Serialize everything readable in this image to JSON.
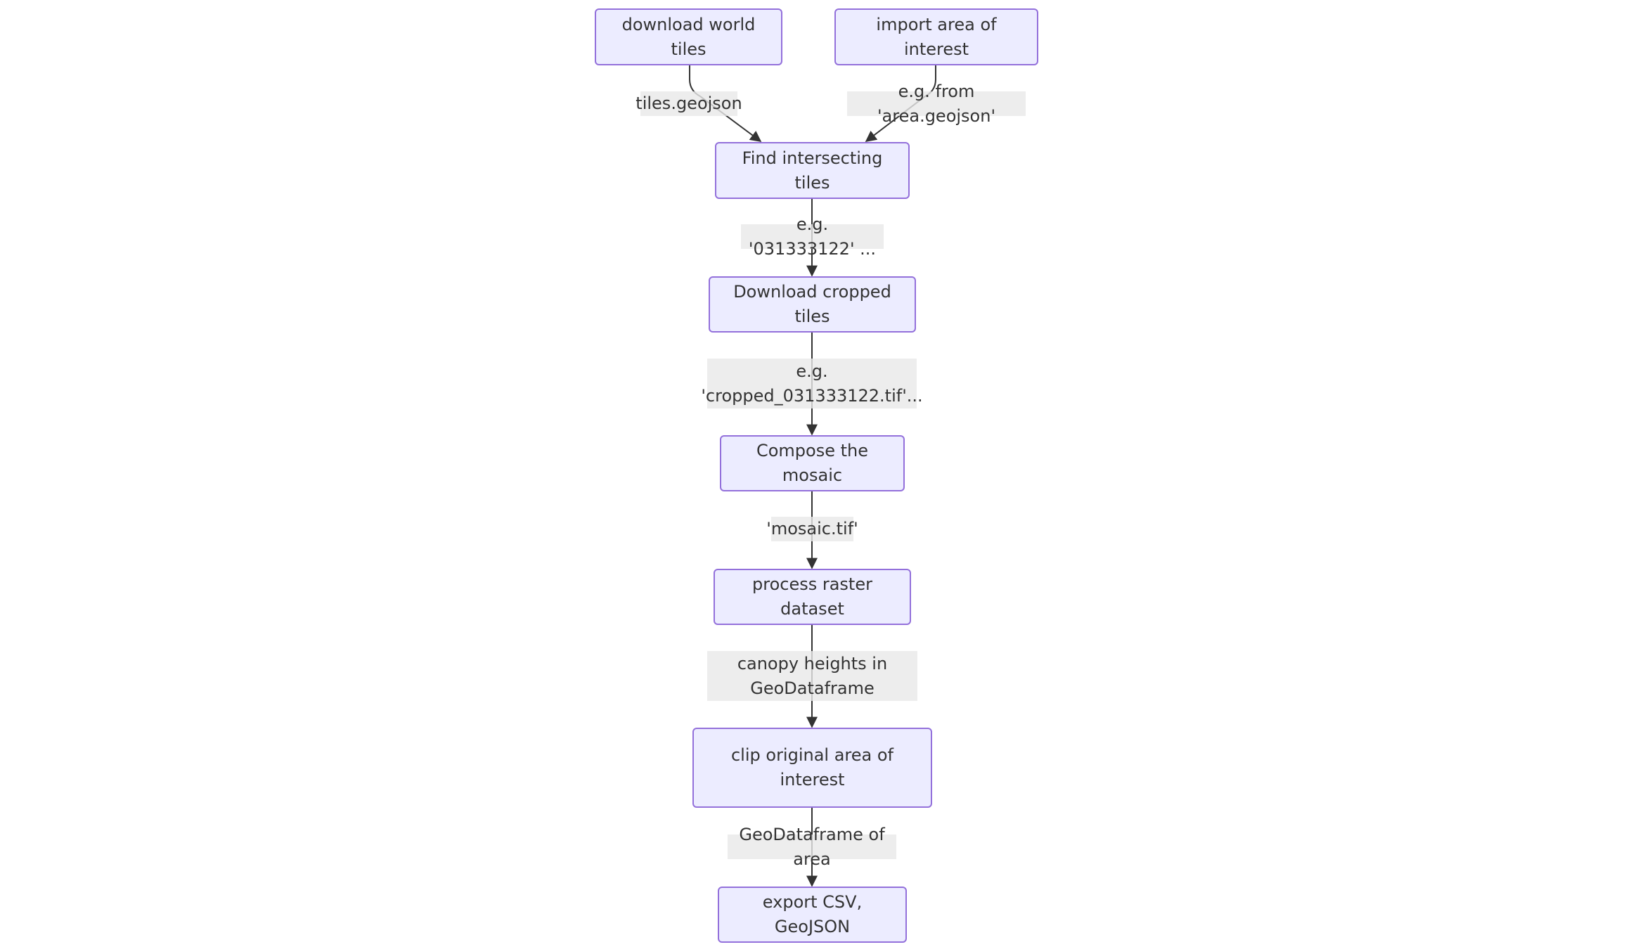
{
  "colors": {
    "node_fill": "#ECECFF",
    "node_stroke": "#9370DB",
    "edge": "#333333",
    "label_bg": "#E8E8E8",
    "text": "#333333"
  },
  "nodes": {
    "download_world_tiles": "download world tiles",
    "import_area": "import area of interest",
    "find_intersecting": "Find intersecting tiles",
    "download_cropped": "Download cropped tiles",
    "compose_mosaic": "Compose the mosaic",
    "process_raster": "process raster dataset",
    "clip_area": "clip original area of interest",
    "export": "export CSV, GeoJSON"
  },
  "edges": {
    "tiles_geojson": "tiles.geojson",
    "from_area": "e.g. from 'area.geojson'",
    "tile_ids": "e.g. '031333122' ...",
    "cropped_files": "e.g. 'cropped_031333122.tif'...",
    "mosaic": "'mosaic.tif'",
    "canopy": "canopy heights in GeoDataframe",
    "geodataframe": "GeoDataframe of area"
  }
}
